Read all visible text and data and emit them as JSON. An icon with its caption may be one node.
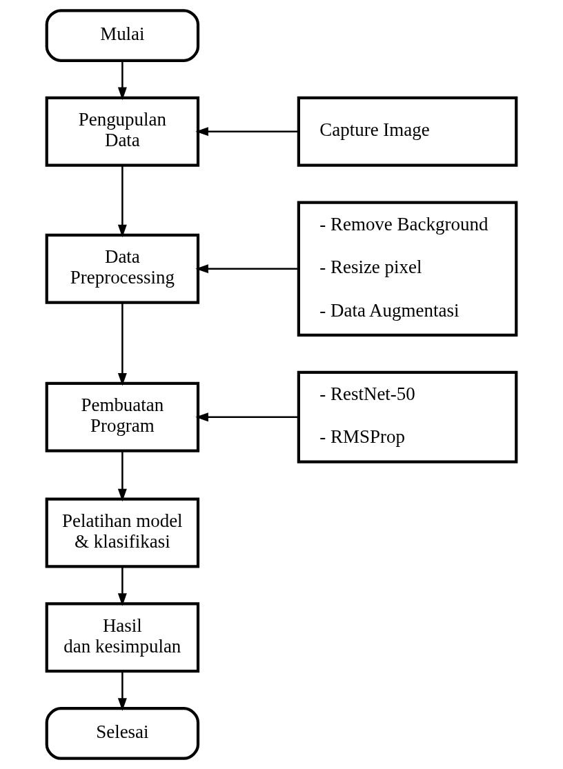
{
  "diagram": {
    "nodes": [
      {
        "text": [
          "Mulai"
        ]
      },
      {
        "text": [
          "Pengupulan Data"
        ]
      },
      {
        "text": [
          "Capture Image"
        ]
      },
      {
        "text": [
          "Data Preprocessing"
        ]
      },
      {
        "text": [
          "- Remove Background",
          "- Resize pixel",
          "- Data Augmentasi"
        ]
      },
      {
        "text": [
          "Pembuatan Program"
        ]
      },
      {
        "text": [
          "- RestNet-50",
          "- RMSProp"
        ]
      },
      {
        "text": [
          "Pelatihan model & klasifikasi"
        ]
      },
      {
        "text": [
          "Hasil dan kesimpulan"
        ]
      },
      {
        "text": [
          "Selesai"
        ]
      }
    ],
    "edges": [
      {
        "from": 0,
        "to": 1,
        "arrow": "to"
      },
      {
        "from": 2,
        "to": 1,
        "arrow": "to"
      },
      {
        "from": 1,
        "to": 3,
        "arrow": "to"
      },
      {
        "from": 4,
        "to": 3,
        "arrow": "to"
      },
      {
        "from": 3,
        "to": 5,
        "arrow": "to"
      },
      {
        "from": 6,
        "to": 5,
        "arrow": "to"
      },
      {
        "from": 5,
        "to": 7,
        "arrow": "to"
      },
      {
        "from": 7,
        "to": 8,
        "arrow": "to"
      },
      {
        "from": 8,
        "to": 9,
        "arrow": "to"
      }
    ]
  }
}
